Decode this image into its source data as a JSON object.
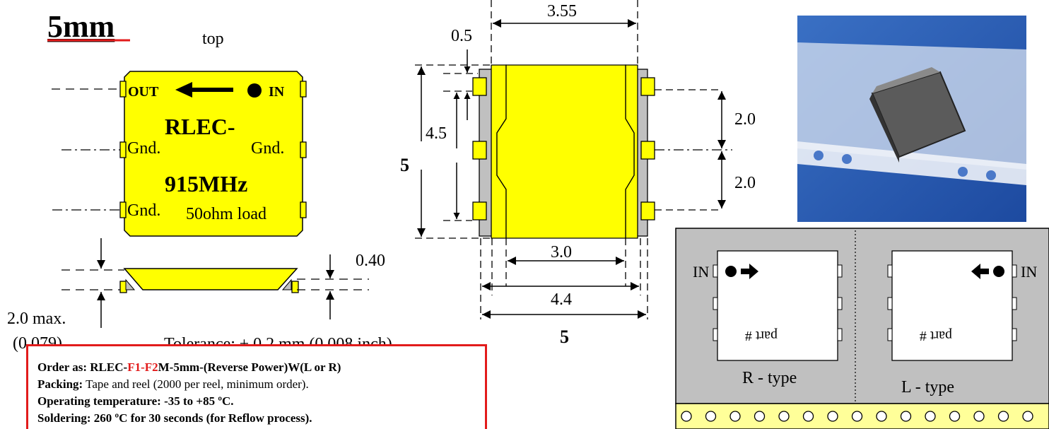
{
  "title": "5mm",
  "top_view": {
    "label": "top",
    "port_out": "OUT",
    "port_in": "IN",
    "model": "RLEC-",
    "frequency": "915MHz",
    "gnd_left_1": "Gnd.",
    "gnd_right_1": "Gnd.",
    "gnd_left_2": "Gnd.",
    "load": "50ohm load"
  },
  "side_view": {
    "thickness_label": "0.40",
    "height_max": "2.0 max.",
    "height_inch": "(0.079)"
  },
  "tolerance": "Tolerance: ± 0.2 mm (0.008 inch)",
  "footprint": {
    "dim_top_width": "3.55",
    "dim_offset": "0.5",
    "dim_pin_span": "4.5",
    "dim_body_height": "5",
    "dim_pitch_upper": "2.0",
    "dim_pitch_lower": "2.0",
    "dim_inner_width": "3.0",
    "dim_pad_width": "4.4",
    "dim_total_width": "5"
  },
  "reel": {
    "r_type_label": "R - type",
    "l_type_label": "L - type",
    "in_left": "IN",
    "in_right": "IN",
    "part_text": "part #"
  },
  "spec": {
    "order_prefix": "Order as: RLEC-",
    "order_f1": "F1",
    "order_dash": "-",
    "order_f2": "F2",
    "order_suffix": "M-5mm-(Reverse Power)W(L or R)",
    "packing_label": "Packing:",
    "packing_text": " Tape and reel (2000 per reel, minimum order).",
    "temp_label": "Operating temperature: -35 to +85 ºC.",
    "solder_label": "Soldering: 260 ºC for 30 seconds (for Reflow process)."
  },
  "colors": {
    "yellow": "#ffff00",
    "gray": "#c0c0c0",
    "tape": "#ffff99",
    "red": "#e21b1b"
  }
}
